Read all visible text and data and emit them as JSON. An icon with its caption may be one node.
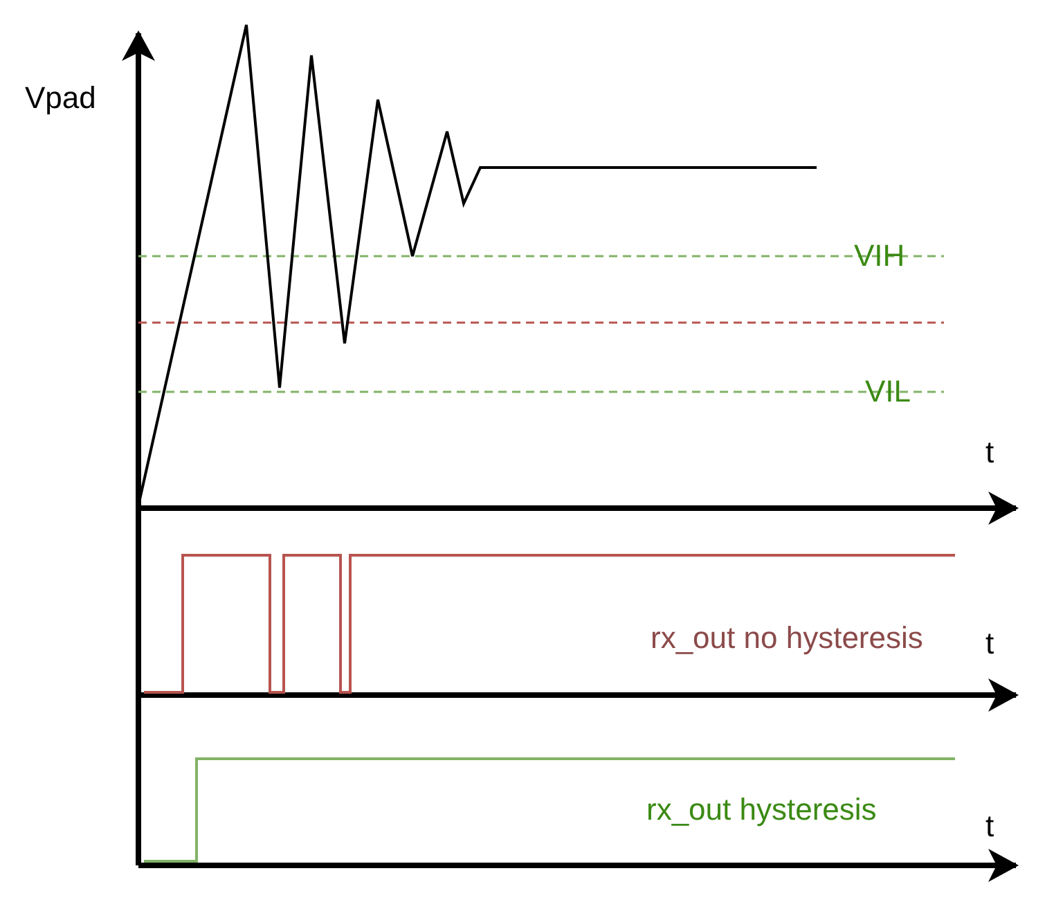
{
  "diagram": {
    "labels": [
      "Vpad",
      "VIH",
      "VIL",
      "t",
      "rx_out no hysteresis",
      "t",
      "rx_out hysteresis",
      "t"
    ]
  }
}
